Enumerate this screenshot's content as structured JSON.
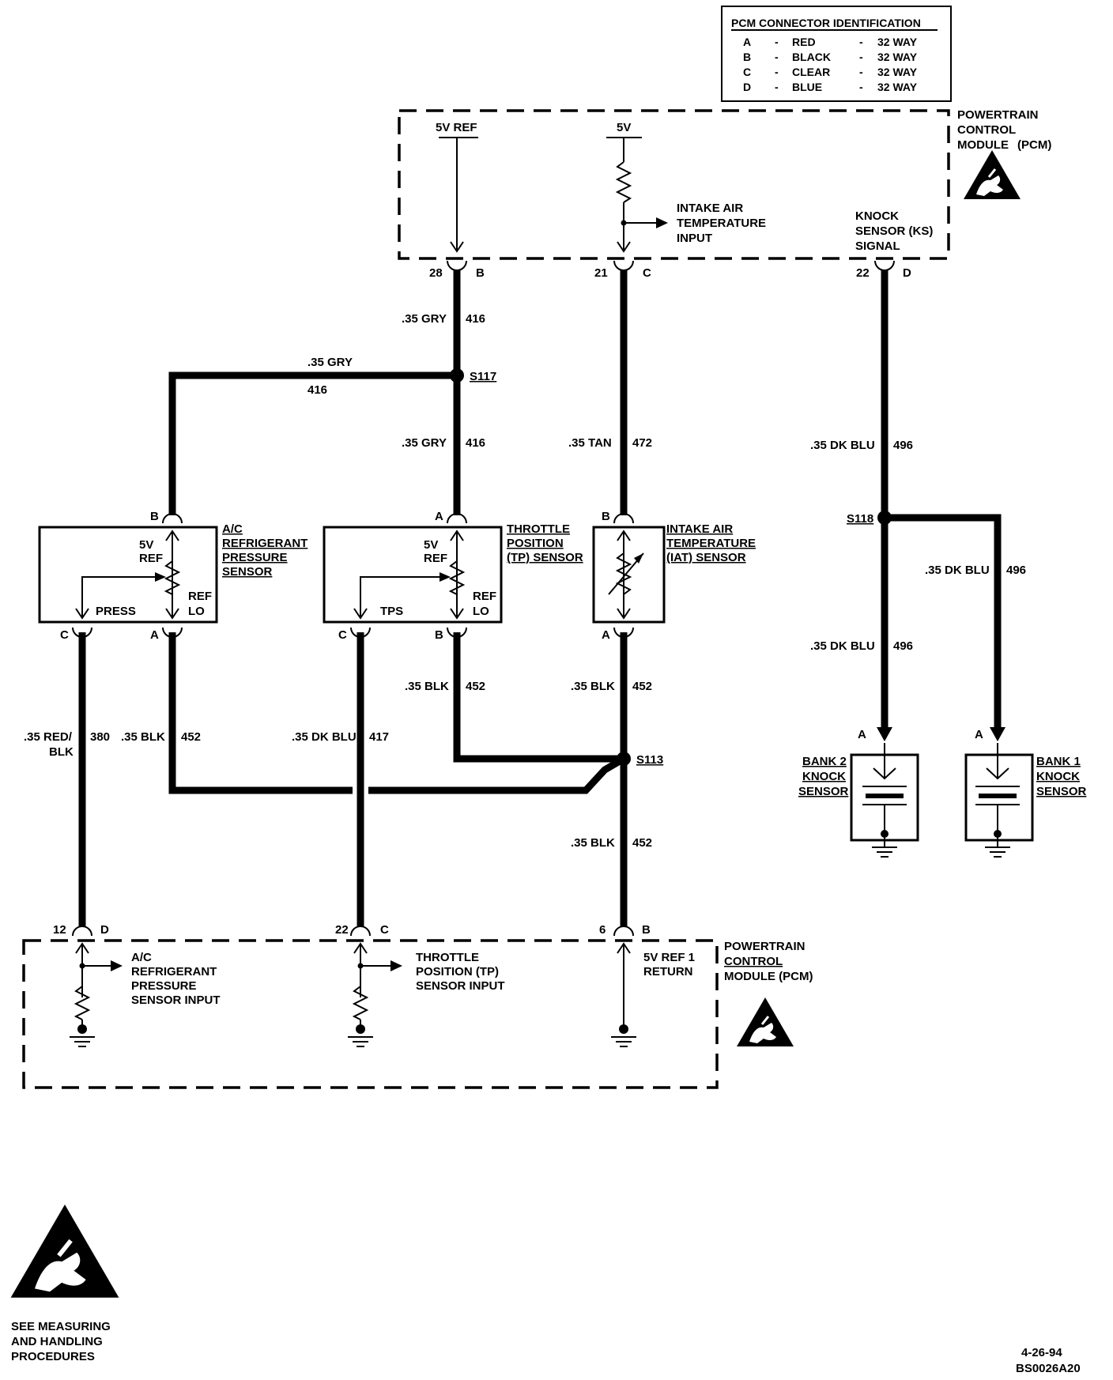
{
  "connector_table": {
    "title": "PCM CONNECTOR IDENTIFICATION",
    "rows": [
      {
        "id": "A",
        "sep1": "-",
        "color": "RED",
        "sep2": "-",
        "way": "32 WAY"
      },
      {
        "id": "B",
        "sep1": "-",
        "color": "BLACK",
        "sep2": "-",
        "way": "32 WAY"
      },
      {
        "id": "C",
        "sep1": "-",
        "color": "CLEAR",
        "sep2": "-",
        "way": "32 WAY"
      },
      {
        "id": "D",
        "sep1": "-",
        "color": "BLUE",
        "sep2": "-",
        "way": "32 WAY"
      }
    ]
  },
  "pcm_top": {
    "label": [
      "POWERTRAIN",
      "CONTROL",
      "MODULE",
      "(PCM)"
    ],
    "ref_5v": "5V REF",
    "v5": "5V",
    "iat_input": [
      "INTAKE AIR",
      "TEMPERATURE",
      "INPUT"
    ],
    "ks_signal": [
      "KNOCK",
      "SENSOR (KS)",
      "SIGNAL"
    ],
    "pins": [
      {
        "num": "28",
        "conn": "B"
      },
      {
        "num": "21",
        "conn": "C"
      },
      {
        "num": "22",
        "conn": "D"
      }
    ],
    "esd_icon": "esd-warning-icon"
  },
  "wires": {
    "w416_top": {
      "gauge": ".35 GRY",
      "circuit": "416"
    },
    "w416_branch": {
      "gauge": ".35 GRY",
      "circuit": "416"
    },
    "w416_mid": {
      "gauge": ".35 GRY",
      "circuit": "416"
    },
    "w472": {
      "gauge": ".35 TAN",
      "circuit": "472"
    },
    "w496_top": {
      "gauge": ".35 DK BLU",
      "circuit": "496"
    },
    "w496_branch": {
      "gauge": ".35 DK BLU",
      "circuit": "496"
    },
    "w496_bank2": {
      "gauge": ".35 DK BLU",
      "circuit": "496"
    },
    "w380": {
      "gauge": [
        ".35 RED/",
        "BLK"
      ],
      "circuit": "380"
    },
    "w452_ac": {
      "gauge": ".35 BLK",
      "circuit": "452"
    },
    "w417": {
      "gauge": ".35 DK BLU",
      "circuit": "417"
    },
    "w452_tp": {
      "gauge": ".35 BLK",
      "circuit": "452"
    },
    "w452_iat": {
      "gauge": ".35 BLK",
      "circuit": "452"
    },
    "w452_bot": {
      "gauge": ".35 BLK",
      "circuit": "452"
    }
  },
  "splices": {
    "s117": "S117",
    "s118": "S118",
    "s113": "S113"
  },
  "sensors": {
    "ac": {
      "name": [
        "A/C",
        "REFRIGERANT",
        "PRESSURE",
        "SENSOR"
      ],
      "ref_5v": [
        "5V",
        "REF"
      ],
      "press": "PRESS",
      "ref_lo": [
        "REF",
        "LO"
      ],
      "pin_top": "B",
      "pin_left": "C",
      "pin_right": "A"
    },
    "tp": {
      "name": [
        "THROTTLE",
        "POSITION",
        "(TP) SENSOR"
      ],
      "ref_5v": [
        "5V",
        "REF"
      ],
      "tps": "TPS",
      "ref_lo": [
        "REF",
        "LO"
      ],
      "pin_top": "A",
      "pin_left": "C",
      "pin_right": "B"
    },
    "iat": {
      "name": [
        "INTAKE AIR",
        "TEMPERATURE",
        "(IAT) SENSOR"
      ],
      "pin_top": "B",
      "pin_bottom": "A"
    },
    "bank2": {
      "name": [
        "BANK 2",
        "KNOCK",
        "SENSOR"
      ],
      "pin": "A"
    },
    "bank1": {
      "name": [
        "BANK 1",
        "KNOCK",
        "SENSOR"
      ],
      "pin": "A"
    }
  },
  "pcm_bottom": {
    "label": [
      "POWERTRAIN",
      "CONTROL",
      "MODULE (PCM)"
    ],
    "ac_input": [
      "A/C",
      "REFRIGERANT",
      "PRESSURE",
      "SENSOR INPUT"
    ],
    "tp_input": [
      "THROTTLE",
      "POSITION (TP)",
      "SENSOR  INPUT"
    ],
    "ref_return": [
      "5V REF 1",
      "RETURN"
    ],
    "pins": [
      {
        "num": "12",
        "conn": "D"
      },
      {
        "num": "22",
        "conn": "C"
      },
      {
        "num": "6",
        "conn": "B"
      }
    ],
    "esd_icon": "esd-warning-icon"
  },
  "footer": {
    "esd_note": [
      "SEE MEASURING",
      "AND HANDLING",
      "PROCEDURES"
    ],
    "date": "4-26-94",
    "code": "BS0026A20"
  }
}
